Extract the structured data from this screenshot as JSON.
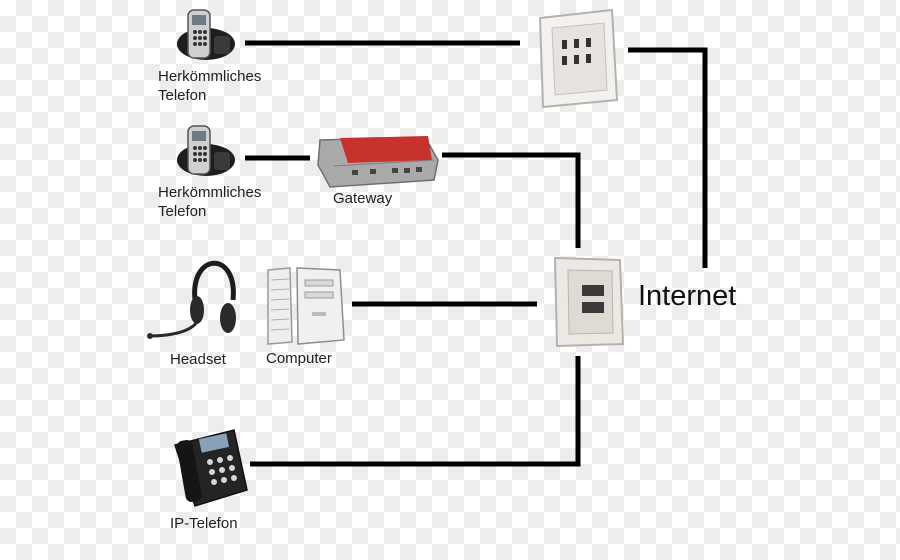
{
  "labels": {
    "phone1": "Herkömmliches\nTelefon",
    "phone2": "Herkömmliches\nTelefon",
    "gateway": "Gateway",
    "headset": "Headset",
    "computer": "Computer",
    "ip_phone": "IP-Telefon",
    "internet": "Internet"
  },
  "colors": {
    "line": "#000000",
    "device_gray": "#a9a9a9",
    "gateway_red": "#c8322d",
    "wall_plate": "#ece9e4"
  }
}
